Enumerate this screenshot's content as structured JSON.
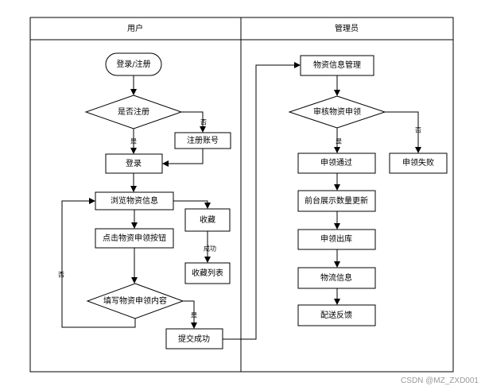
{
  "lanes": {
    "user": "用户",
    "admin": "管理员"
  },
  "nodes": {
    "login_register": "登录/注册",
    "is_registered": "是否注册",
    "register_account": "注册账号",
    "login": "登录",
    "browse_info": "浏览物资信息",
    "favorite": "收藏",
    "click_apply": "点击物资申领按钮",
    "favorite_list": "收藏列表",
    "fill_apply": "填写物资申领内容",
    "submit_success": "提交成功",
    "material_mgmt": "物资信息管理",
    "review_apply": "审核物资申领",
    "apply_pass": "申领通过",
    "apply_fail": "申领失败",
    "frontend_update": "前台展示数量更新",
    "apply_outbound": "申领出库",
    "logistics_info": "物流信息",
    "delivery_feedback": "配送反馈"
  },
  "edge_labels": {
    "no_register": "否",
    "yes_register": "是",
    "fav_success": "成功",
    "no_fill": "否",
    "yes_fill": "是",
    "yes_review": "是",
    "no_review": "否"
  },
  "watermark": "CSDN @MZ_ZXD001"
}
